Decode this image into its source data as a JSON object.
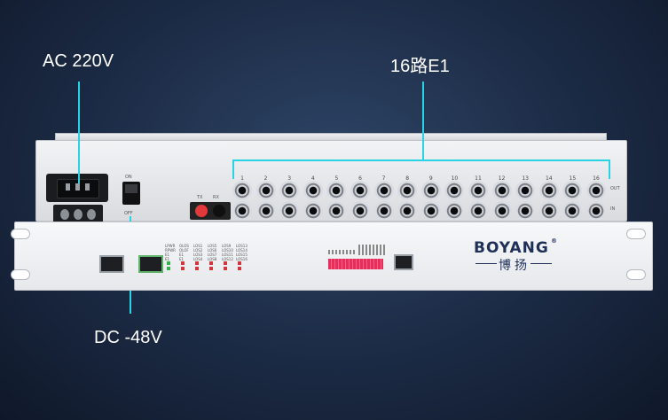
{
  "callouts": {
    "ac": "AC 220V",
    "e1": "16路E1",
    "dc": "DC -48V"
  },
  "rear": {
    "switch_on": "ON",
    "switch_off": "OFF",
    "tx": "TX",
    "rx": "RX",
    "out": "OUT",
    "in": "IN",
    "port_numbers": [
      "1",
      "2",
      "3",
      "4",
      "5",
      "6",
      "7",
      "8",
      "9",
      "10",
      "11",
      "12",
      "13",
      "14",
      "15",
      "16"
    ]
  },
  "front": {
    "led_labels": [
      "LPWR",
      "OLOS",
      "LOS1",
      "LOS5",
      "LOS9",
      "LOS13",
      "RPWR",
      "OLOF",
      "LOS2",
      "LOS6",
      "LOS10",
      "LOS14",
      "E1",
      "E1",
      "LOS3",
      "LOS7",
      "LOS11",
      "LOS15",
      "E1",
      "E1",
      "LOS4",
      "LOS8",
      "LOS12",
      "LOS16"
    ],
    "brand": "BOYANG",
    "brand_cn": "博扬",
    "registered": "®"
  },
  "colors": {
    "callout_line": "#29d3e6",
    "dip_switch": "#e4305a",
    "led_red": "#d3363a",
    "led_green": "#31b24a"
  }
}
